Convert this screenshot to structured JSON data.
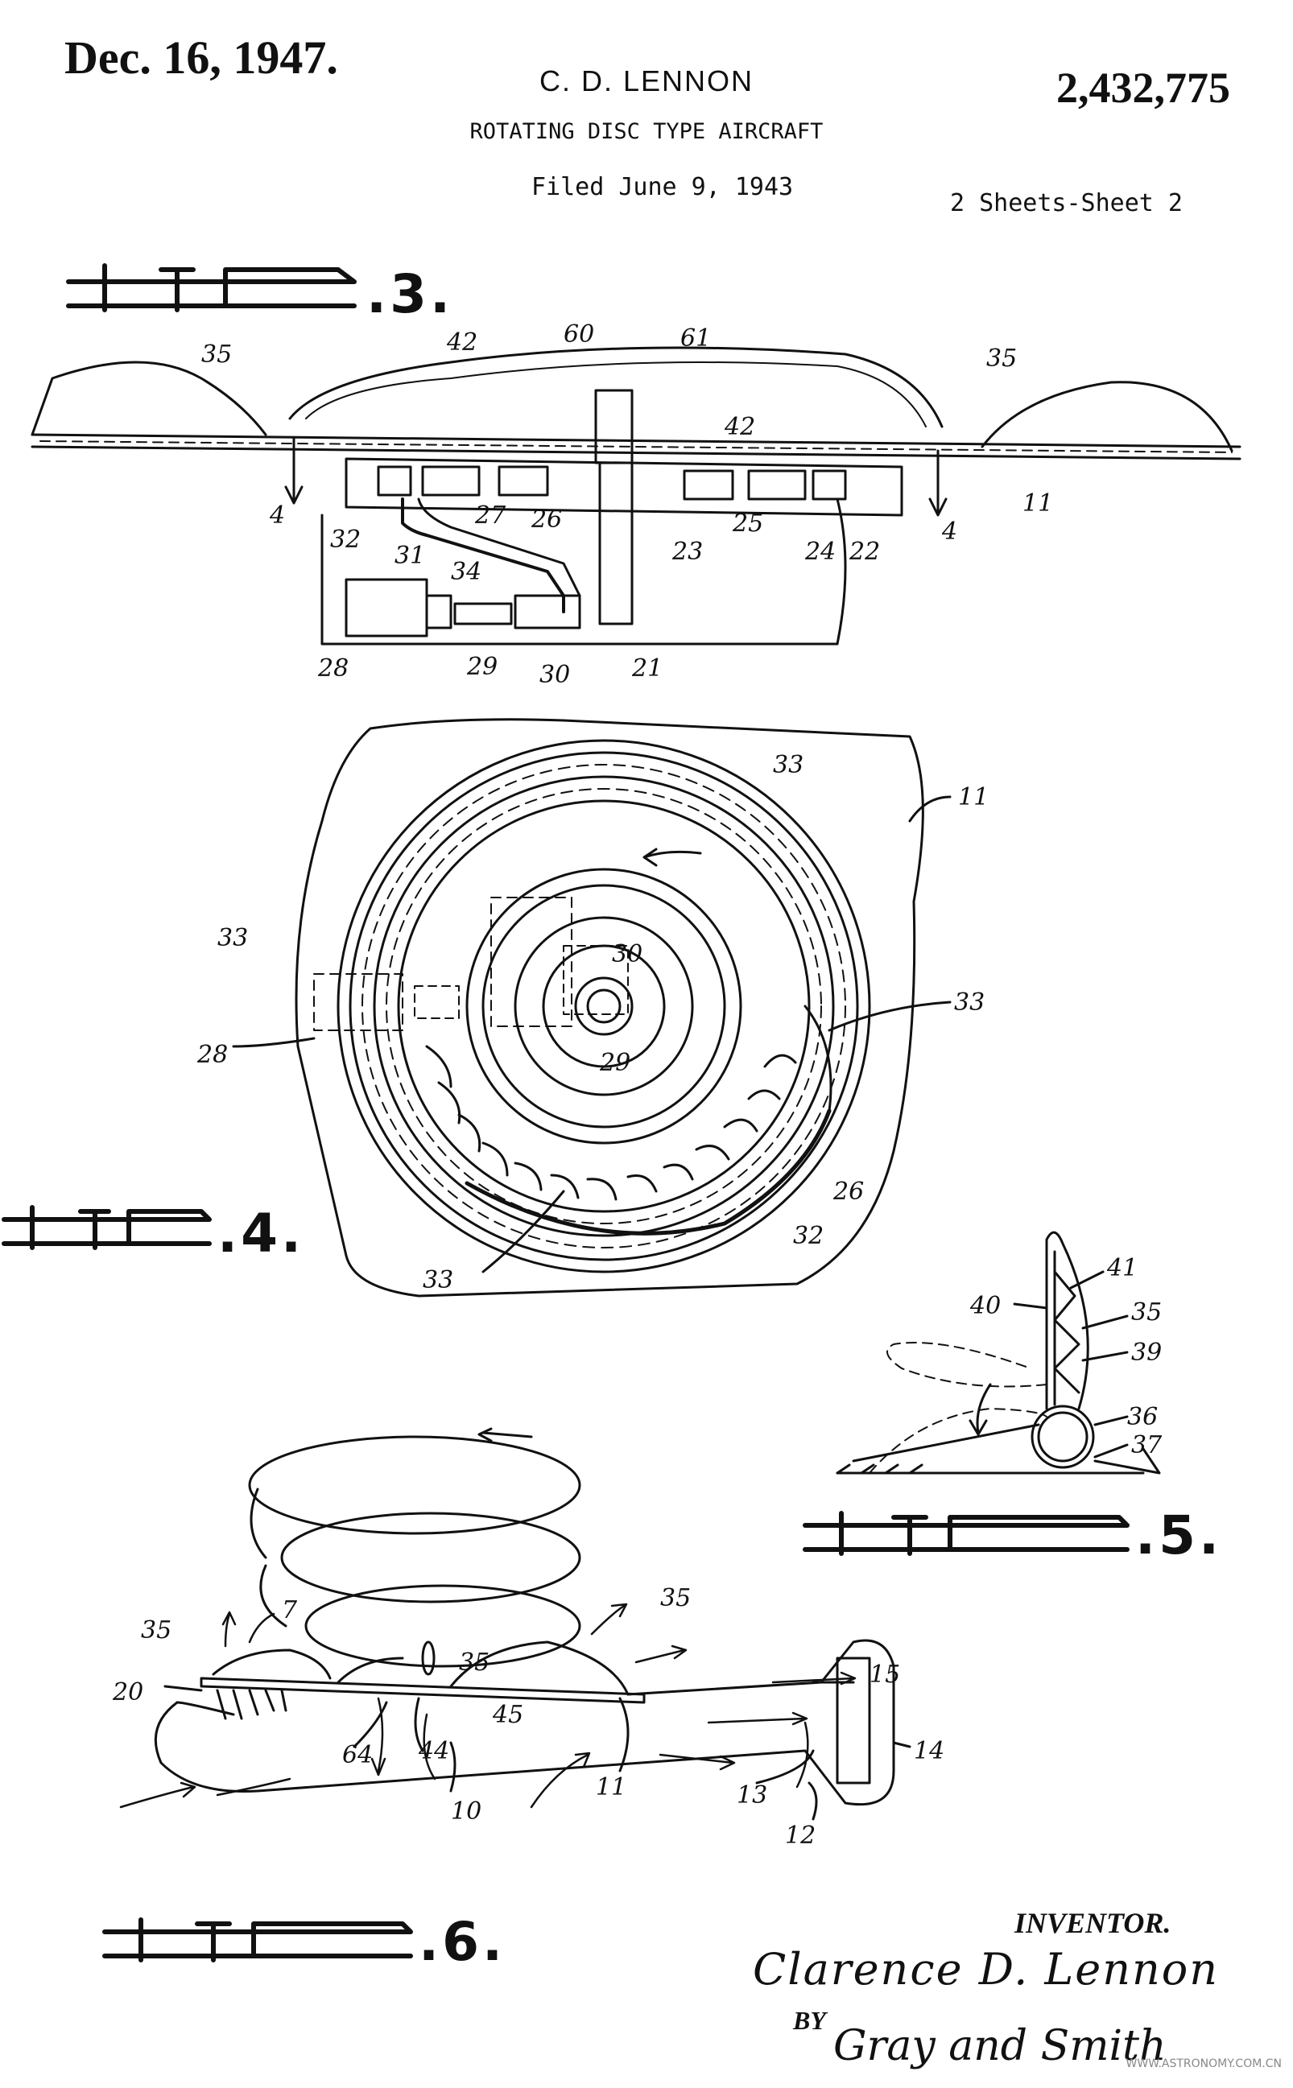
{
  "header": {
    "date": "Dec. 16, 1947.",
    "inventor_name": "C. D. LENNON",
    "patent_number": "2,432,775",
    "title": "ROTATING DISC TYPE AIRCRAFT",
    "filed": "Filed June 9, 1943",
    "sheets": "2 Sheets-Sheet 2"
  },
  "figures": {
    "fig3": {
      "label": ".3.",
      "refs": [
        "35",
        "42",
        "60",
        "61",
        "42",
        "35",
        "4",
        "4",
        "11",
        "32",
        "31",
        "27",
        "26",
        "34",
        "23",
        "25",
        "24",
        "22",
        "28",
        "29",
        "30",
        "21"
      ]
    },
    "fig4": {
      "label": ".4.",
      "refs": [
        "33",
        "11",
        "33",
        "30",
        "33",
        "28",
        "29",
        "26",
        "32",
        "33"
      ]
    },
    "fig5": {
      "label": ".5.",
      "refs": [
        "41",
        "40",
        "35",
        "39",
        "36",
        "37"
      ]
    },
    "fig6": {
      "label": ".6.",
      "refs": [
        "35",
        "7",
        "35",
        "20",
        "45",
        "35",
        "15",
        "64",
        "44",
        "11",
        "14",
        "10",
        "13",
        "12"
      ]
    }
  },
  "signature_block": {
    "inventor_label": "INVENTOR.",
    "inventor_signature": "Clarence D. Lennon",
    "by": "BY",
    "attorney_signature": "Gray and Smith"
  },
  "watermark": "WWW.ASTRONOMY.COM.CN"
}
